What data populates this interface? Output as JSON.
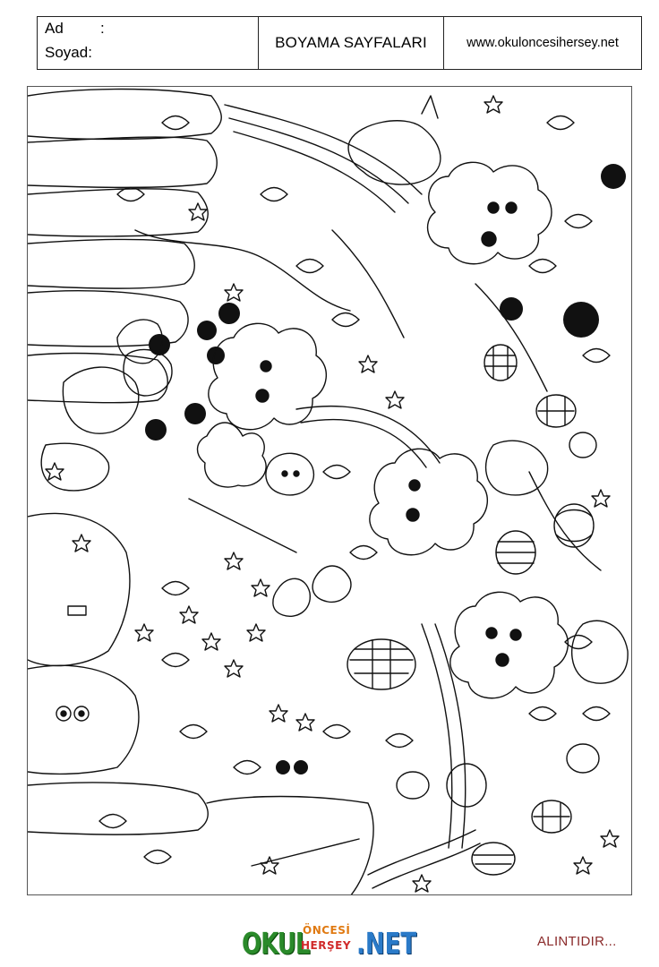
{
  "header": {
    "name_label": "Ad",
    "name_colon": ":",
    "surname_label": "Soyad:",
    "title": "BOYAMA SAYFALARI",
    "website": "www.okuloncesihersey.net"
  },
  "illustration": {
    "icon": "coloring-page-doodle-icon"
  },
  "footer": {
    "logo_okul": "OKUL",
    "logo_oncesi": "ÖNCESİ",
    "logo_hersey": "HERŞEY",
    "logo_net": ".NET",
    "credit": "ALINTIDIR..."
  },
  "colors": {
    "logo_green": "#2a8a2a",
    "logo_orange": "#e07a12",
    "logo_red": "#d02a2a",
    "logo_blue": "#2a7ac8",
    "credit_color": "#8a2a2a"
  }
}
